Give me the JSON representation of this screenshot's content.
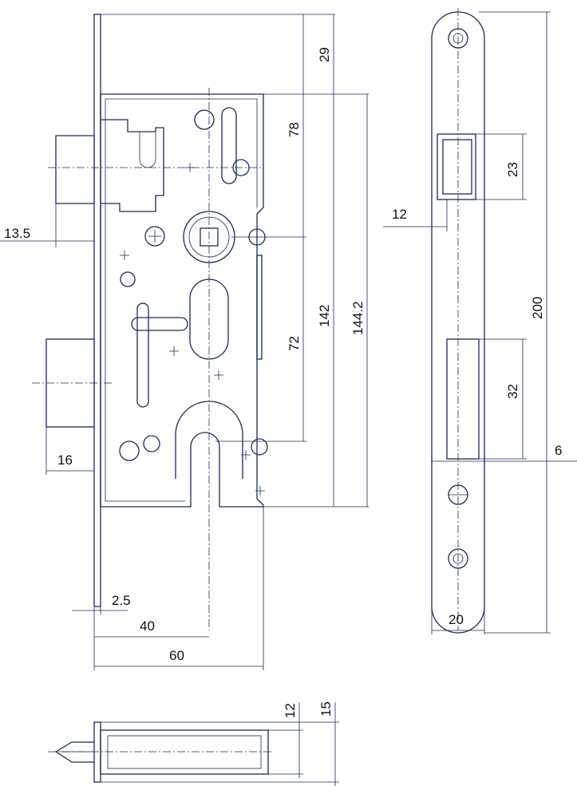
{
  "title": "Mortise lock technical drawing",
  "dimensions": {
    "top_to_follower": "29",
    "follower_to_latch": "78",
    "case_height": "142",
    "total_height": "144.2",
    "follower_to_cylinder": "72",
    "latch_projection": "13.5",
    "bolt_projection": "16",
    "faceplate_thickness": "2.5",
    "backset": "40",
    "case_depth": "60",
    "strike_latch_offset": "12",
    "strike_latch_height": "23",
    "strike_height": "200",
    "strike_bolt_height": "32",
    "strike_thickness": "6",
    "strike_width": "20",
    "case_thickness": "12",
    "faceplate_width": "15"
  },
  "colors": {
    "line": "#1d2a55",
    "background": "#ffffff"
  }
}
